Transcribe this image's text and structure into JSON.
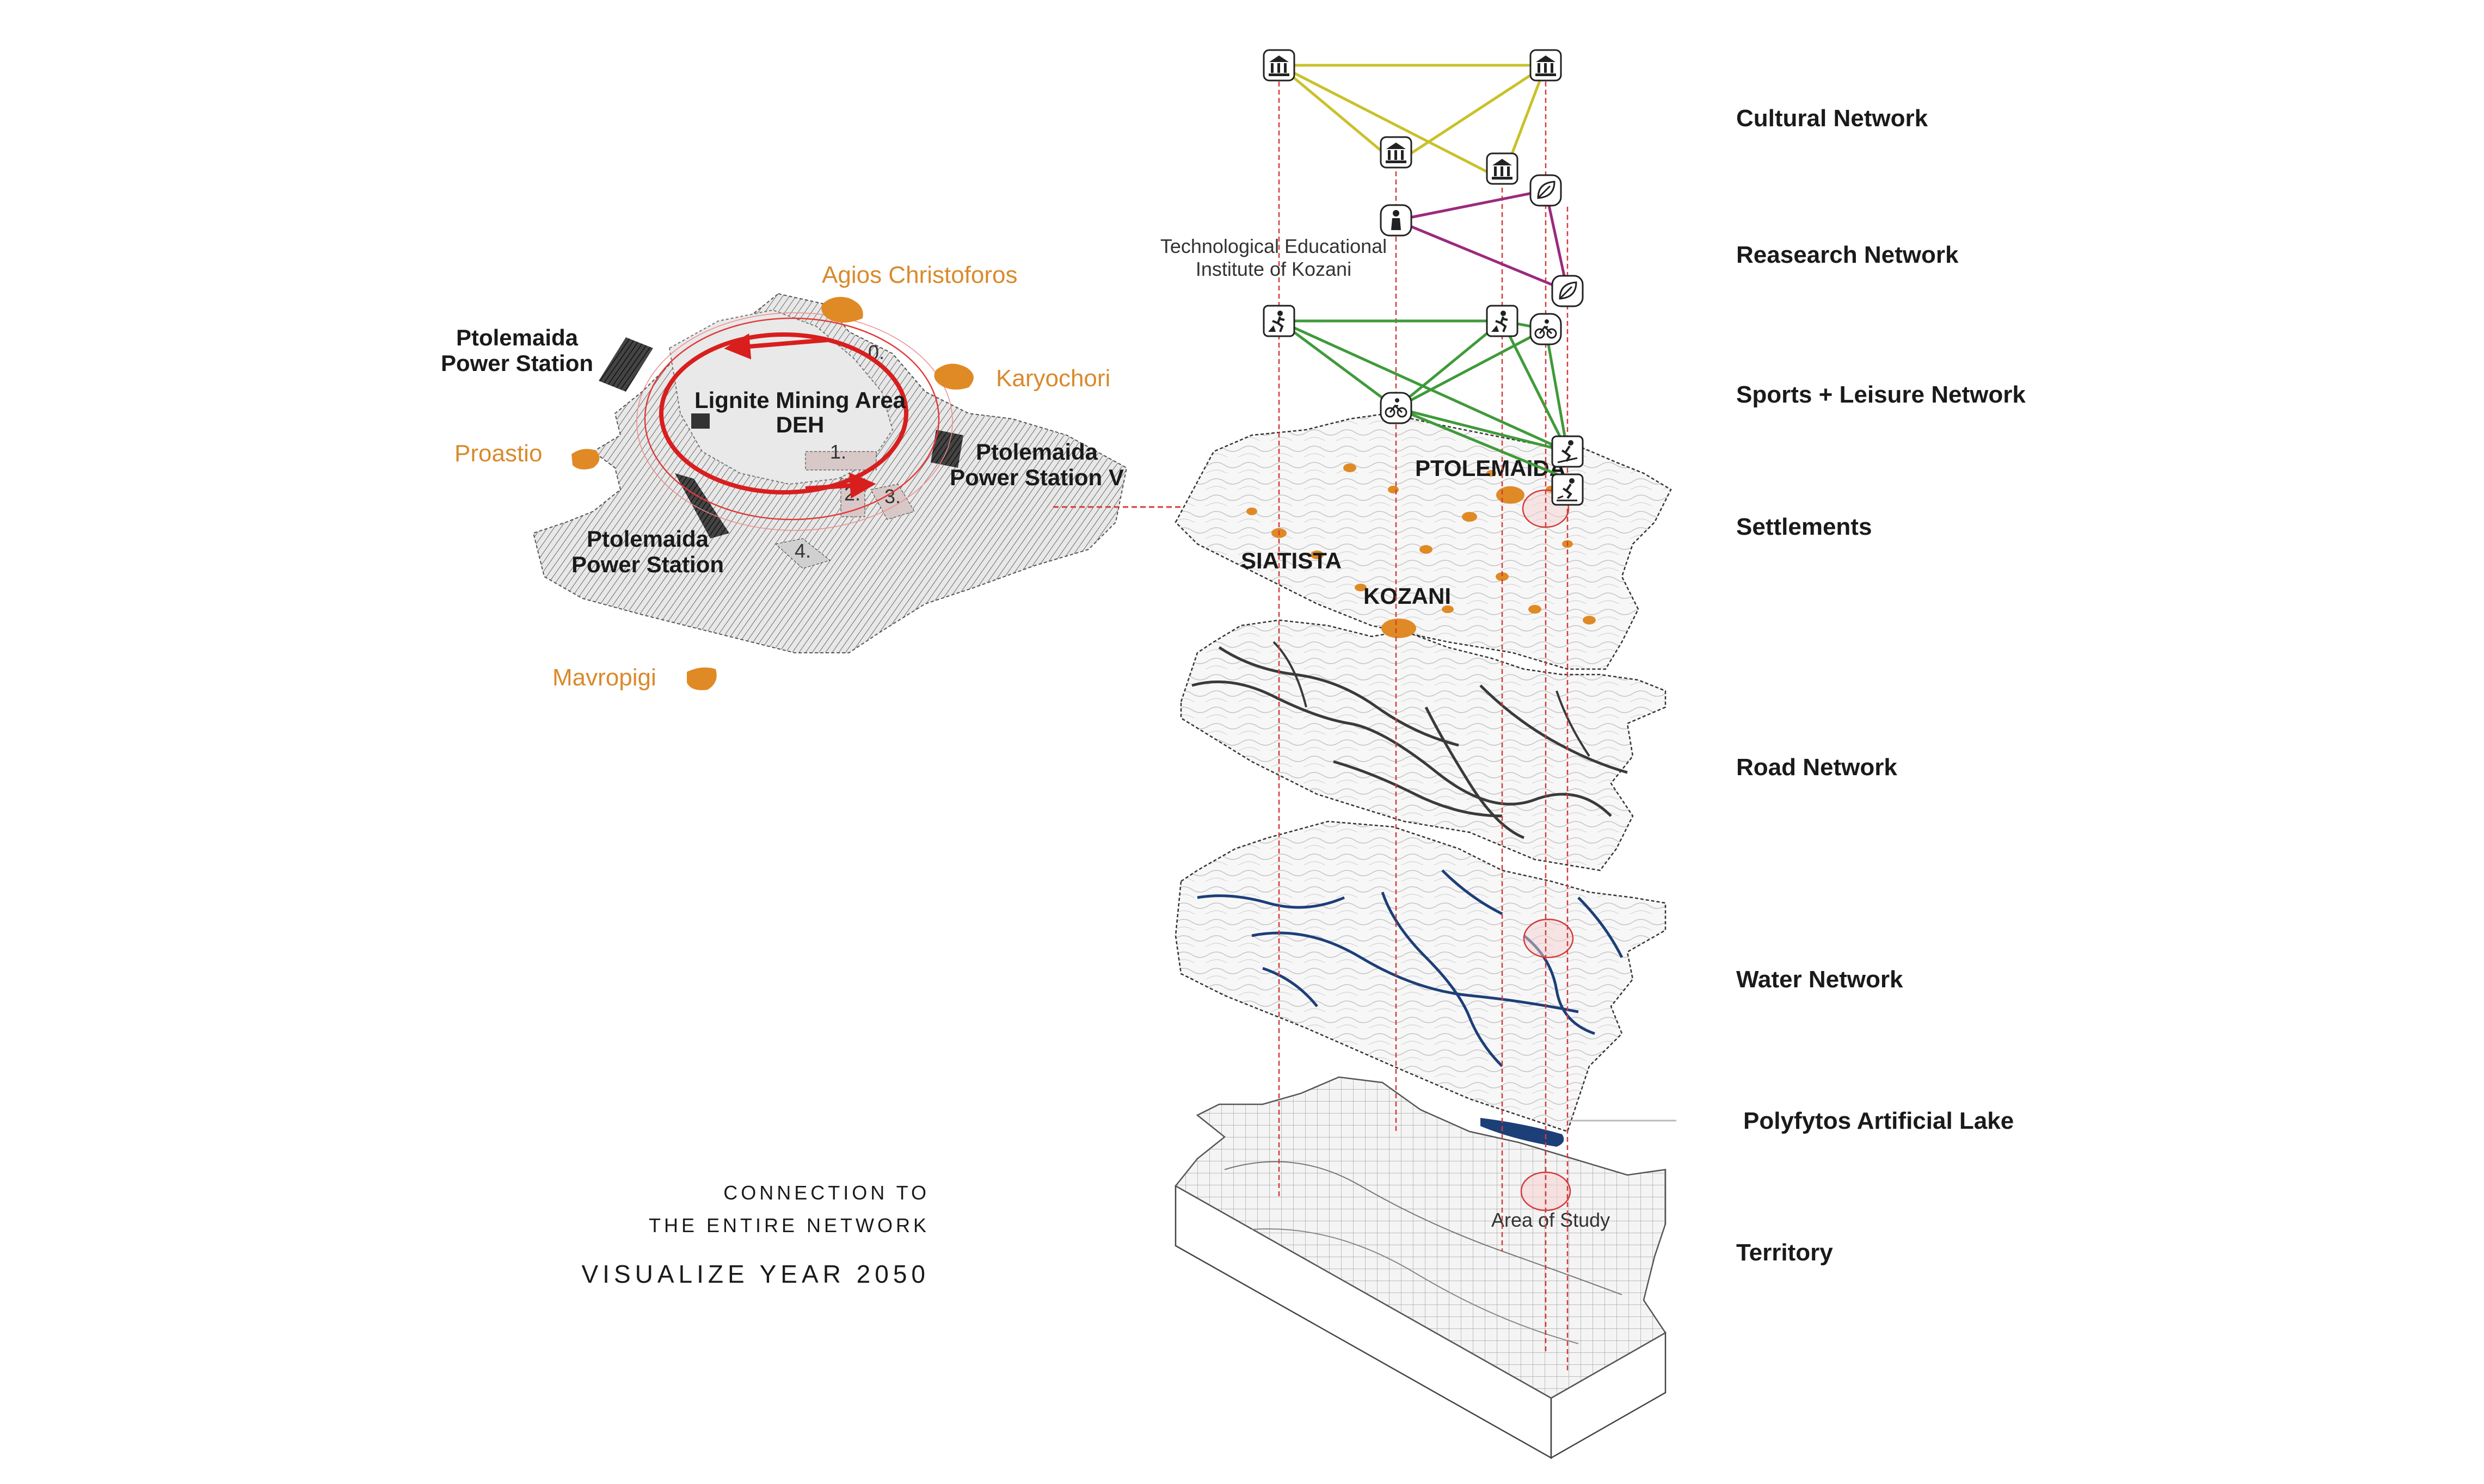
{
  "left_map": {
    "towns": {
      "agios_christoforos": "Agios Christoforos",
      "karyochori": "Karyochori",
      "proastio": "Proastio",
      "mavropigi": "Mavropigi"
    },
    "labels": {
      "power_station_top_1": "Ptolemaida",
      "power_station_top_2": "Power Station",
      "mining_1": "Lignite Mining Area",
      "mining_2": "DEH",
      "power_station_v_1": "Ptolemaida",
      "power_station_v_2": "Power Station V",
      "power_station_bottom_1": "Ptolemaida",
      "power_station_bottom_2": "Power Station"
    },
    "numbers": {
      "n0": "0.",
      "n1": "1.",
      "n2": "2.",
      "n3": "3.",
      "n4": "4."
    }
  },
  "caption": {
    "line1": "CONNECTION TO",
    "line2": "THE ENTIRE NETWORK",
    "line3": "VISUALIZE YEAR 2050"
  },
  "stack": {
    "institute_1": "Technological Educational",
    "institute_2": "Institute of Kozani",
    "settlements": {
      "ptolemaida": "PTOLEMAIDA",
      "siatista": "SIATISTA",
      "kozani": "KOZANI"
    },
    "area_of_study": "Area of Study"
  },
  "layers": [
    "Cultural Network",
    "Reasearch Network",
    "Sports + Leisure Network",
    "Settlements",
    "Road Network",
    "Water Network",
    "Polyfytos Artificial Lake",
    "Territory"
  ],
  "colors": {
    "cultural": "#c9c12a",
    "research": "#9b2a7d",
    "sports": "#3f9a3a",
    "town": "#e08a25",
    "water": "#1d3f78",
    "guide": "#d43a3a"
  },
  "icons": {
    "cultural": "museum-icon",
    "research_person": "person-icon",
    "research_leaf": "leaf-icon",
    "sports_climb": "climbing-icon",
    "sports_bike": "bicycle-icon",
    "sports_ski": "skiing-icon"
  }
}
